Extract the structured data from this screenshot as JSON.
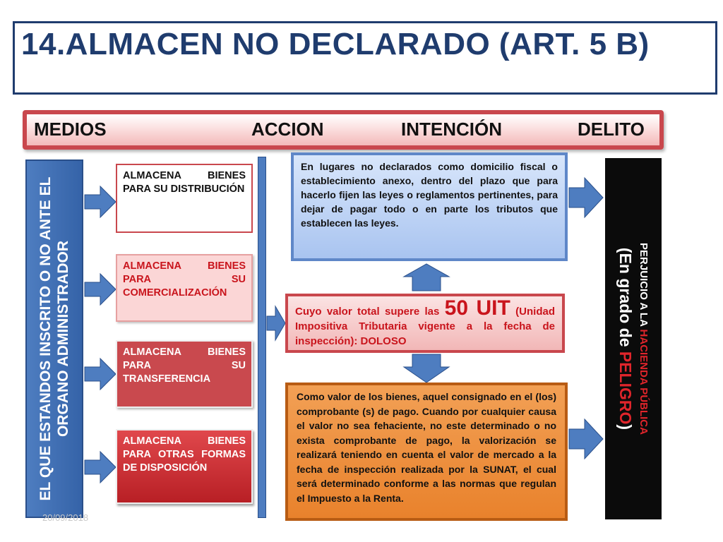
{
  "title": "14.ALMACEN NO DECLARADO (ART. 5 B)",
  "header": {
    "medios": "MEDIOS",
    "accion": "ACCION",
    "intencion": "INTENCIÓN",
    "delito": "DELITO"
  },
  "left_vertical": "EL QUE ESTANDOS INSCRITO O NO ANTE EL ORGANO ADMINISTRADOR",
  "methods": [
    "ALMACENA BIENES PARA SU DISTRIBUCIÓN",
    "ALMACENA BIENES PARA SU COMERCIALIZACIÓN",
    "ALMACENA BIENES PARA SU TRANSFERENCIA",
    "ALMACENA BIENES PARA OTRAS FORMAS DE DISPOSICIÓN"
  ],
  "intention_blue": "En lugares no declarados como domicilio fiscal o establecimiento anexo, dentro del plazo que para hacerlo fijen las leyes o reglamentos pertinentes, para dejar de pagar todo o en parte los tributos que establecen las leyes.",
  "intention_red": {
    "pre": "Cuyo valor total supere las ",
    "big": "50 UIT",
    "post": " (Unidad Impositiva Tributaria vigente a la fecha de inspección): DOLOSO"
  },
  "intention_orange": "Como valor de los bienes, aquel consignado en el (los) comprobante (s) de pago. Cuando por cualquier causa el valor no sea fehaciente, no este determinado o no exista comprobante de pago, la valorización se realizará teniendo en cuenta el valor de mercado a la fecha de inspección realizada por la SUNAT, el cual será determinado conforme a las normas que regulan el Impuesto a la Renta.",
  "delito": {
    "line1_pre": "PERJUICIO A LA ",
    "line1_red": "HACIENDA PÚBLICA",
    "line2_pre": "(En grado de ",
    "line2_red": "PELIGRO",
    "line2_post": ")"
  },
  "date": "20/09/2018",
  "colors": {
    "title": "#1f3c6e",
    "accent_red": "#c9474d",
    "blue": "#4e7dc0",
    "orange": "#e9822c"
  }
}
